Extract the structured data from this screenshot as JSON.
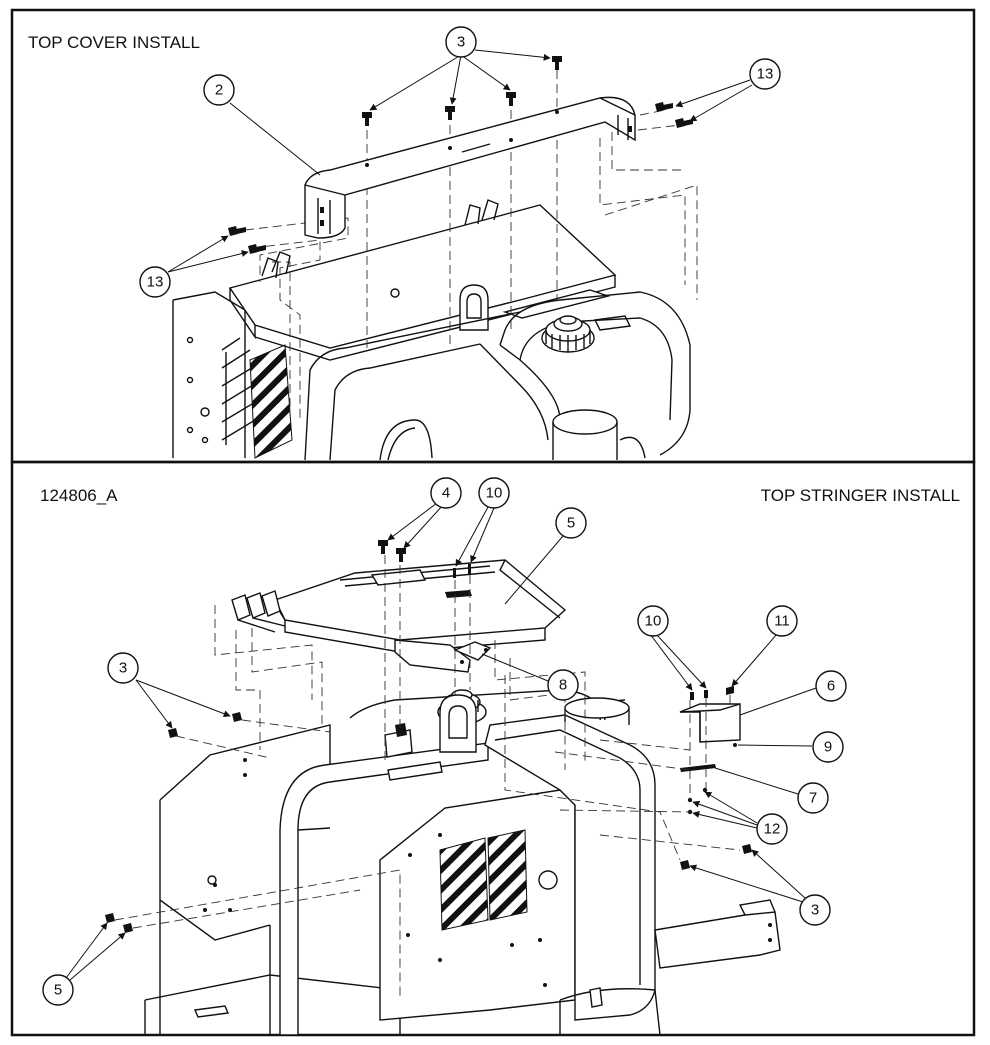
{
  "panels": {
    "top": {
      "title": "TOP COVER INSTALL"
    },
    "bottom": {
      "drawing_number": "124806_A",
      "title": "TOP STRINGER INSTALL"
    }
  },
  "callouts": {
    "top": [
      {
        "id": "c-top-3",
        "label": "3"
      },
      {
        "id": "c-top-2",
        "label": "2"
      },
      {
        "id": "c-top-13a",
        "label": "13"
      },
      {
        "id": "c-top-13b",
        "label": "13"
      }
    ],
    "bottom": [
      {
        "id": "c-bot-4",
        "label": "4"
      },
      {
        "id": "c-bot-10a",
        "label": "10"
      },
      {
        "id": "c-bot-5a",
        "label": "5"
      },
      {
        "id": "c-bot-3a",
        "label": "3"
      },
      {
        "id": "c-bot-8",
        "label": "8"
      },
      {
        "id": "c-bot-10b",
        "label": "10"
      },
      {
        "id": "c-bot-11",
        "label": "11"
      },
      {
        "id": "c-bot-6",
        "label": "6"
      },
      {
        "id": "c-bot-9",
        "label": "9"
      },
      {
        "id": "c-bot-7",
        "label": "7"
      },
      {
        "id": "c-bot-12",
        "label": "12"
      },
      {
        "id": "c-bot-3b",
        "label": "3"
      },
      {
        "id": "c-bot-5b",
        "label": "5"
      }
    ]
  },
  "colors": {
    "line": "#111111",
    "background": "#ffffff"
  }
}
